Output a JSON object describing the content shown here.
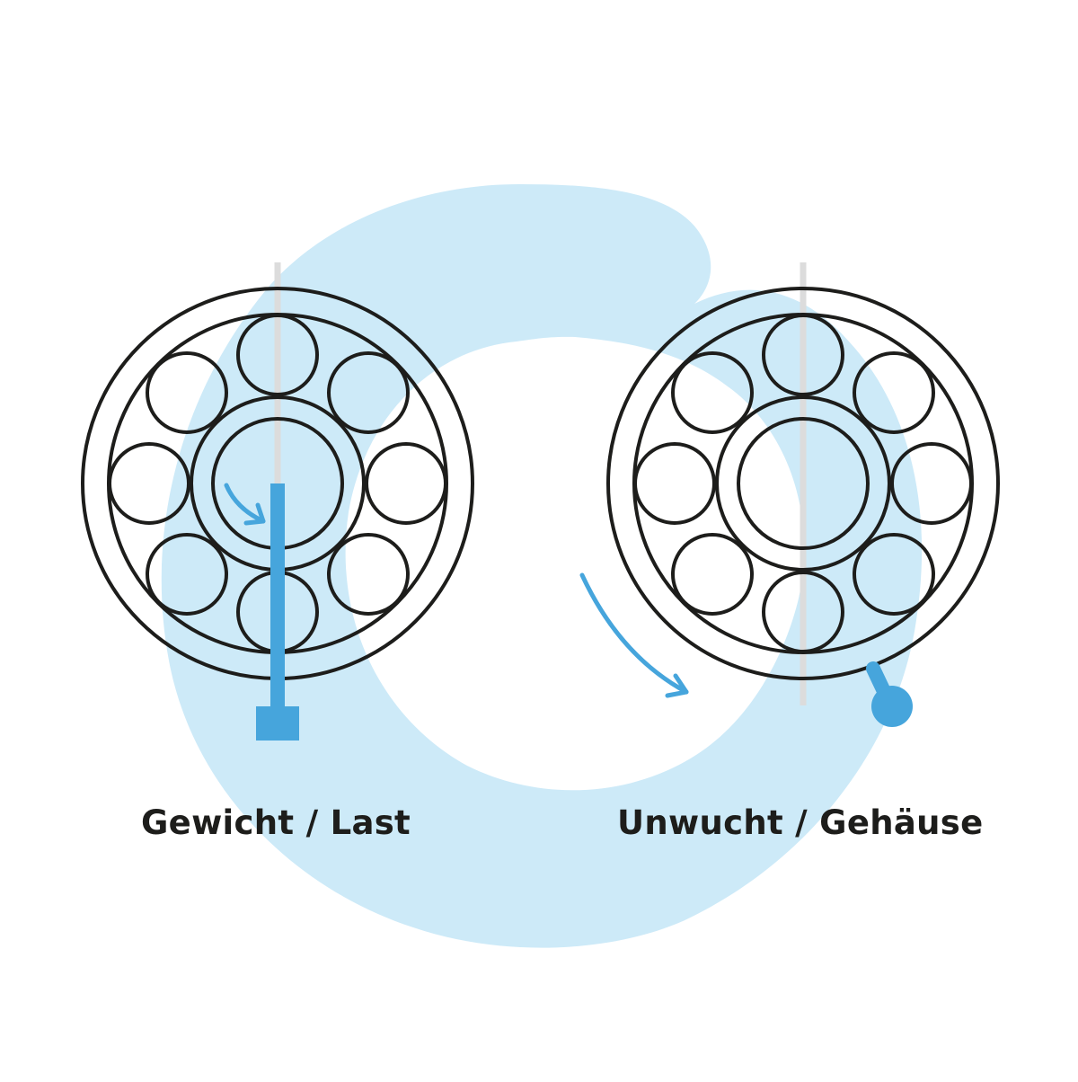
{
  "diagram": {
    "colors": {
      "background": "#ffffff",
      "blob": "#cdeaf8",
      "accent": "#46a5dc",
      "stroke": "#1d1d1b",
      "axis": "#dcdcdc"
    },
    "labels": {
      "left": "Gewicht / Last",
      "right": "Unwucht / Gehäuse"
    },
    "bearings": [
      {
        "name": "left-bearing",
        "roller_count": 8,
        "load_type": "weight"
      },
      {
        "name": "right-bearing",
        "roller_count": 8,
        "load_type": "unbalance"
      }
    ]
  }
}
